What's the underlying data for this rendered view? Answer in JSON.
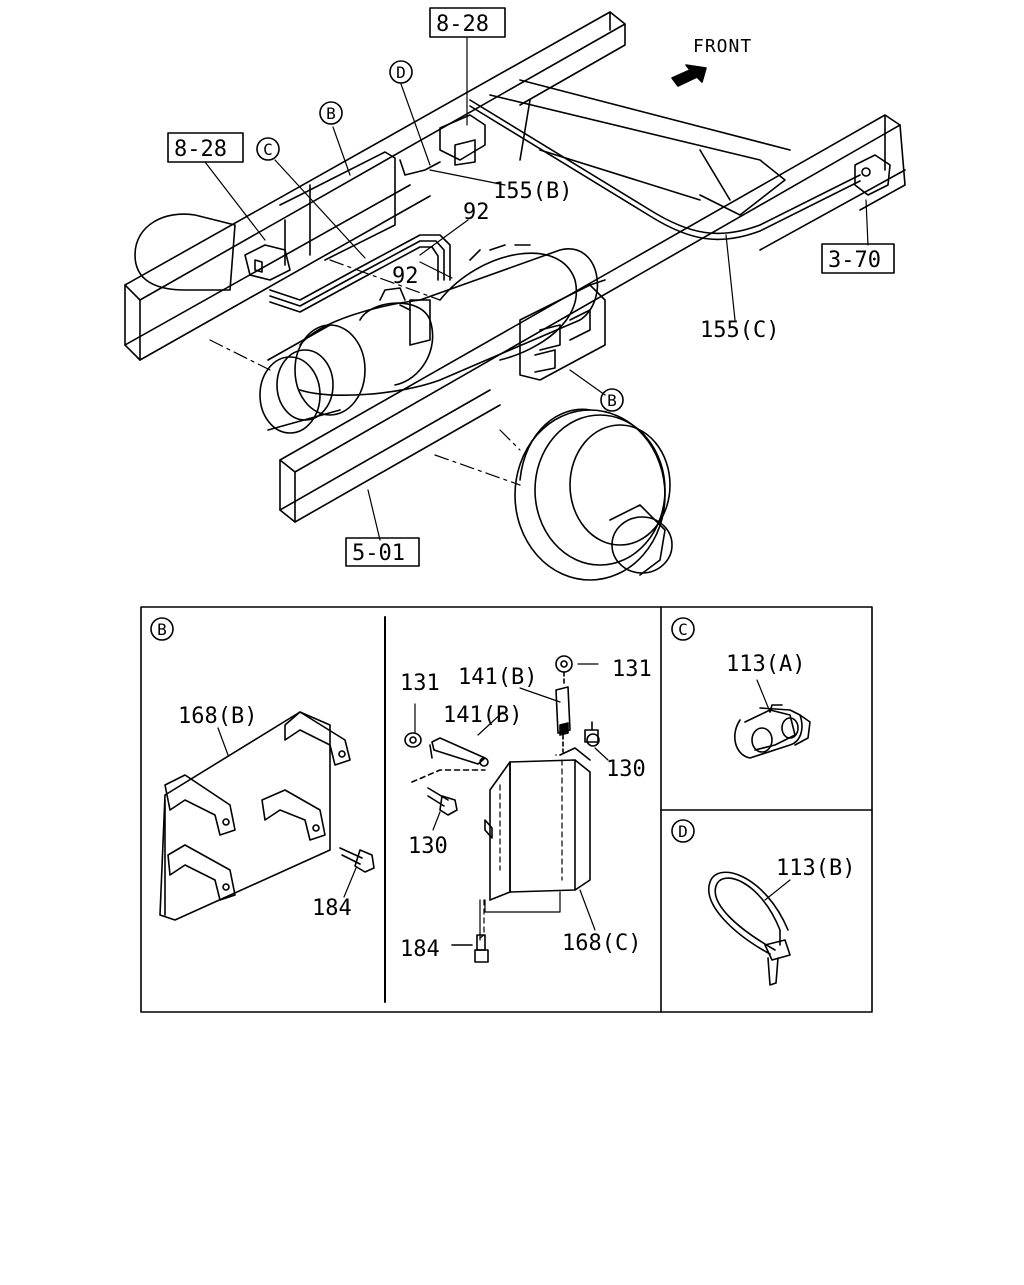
{
  "front_label": "FRONT",
  "refs": {
    "r828a": "8-28",
    "r828b": "8-28",
    "r370": "3-70",
    "r501": "5-01"
  },
  "top_labels": {
    "l155b": "155(B)",
    "l155c": "155(C)",
    "l92a": "92",
    "l92b": "92"
  },
  "markers": {
    "b": "B",
    "c": "C",
    "d": "D"
  },
  "panel_b": {
    "label_168b": "168(B)",
    "label_184a": "184",
    "label_131a": "131",
    "label_131b": "131",
    "label_141b_a": "141(B)",
    "label_141b_b": "141(B)",
    "label_130a": "130",
    "label_130b": "130",
    "label_184b": "184",
    "label_168c": "168(C)"
  },
  "panel_c": {
    "label_113a": "113(A)"
  },
  "panel_d": {
    "label_113b": "113(B)"
  }
}
